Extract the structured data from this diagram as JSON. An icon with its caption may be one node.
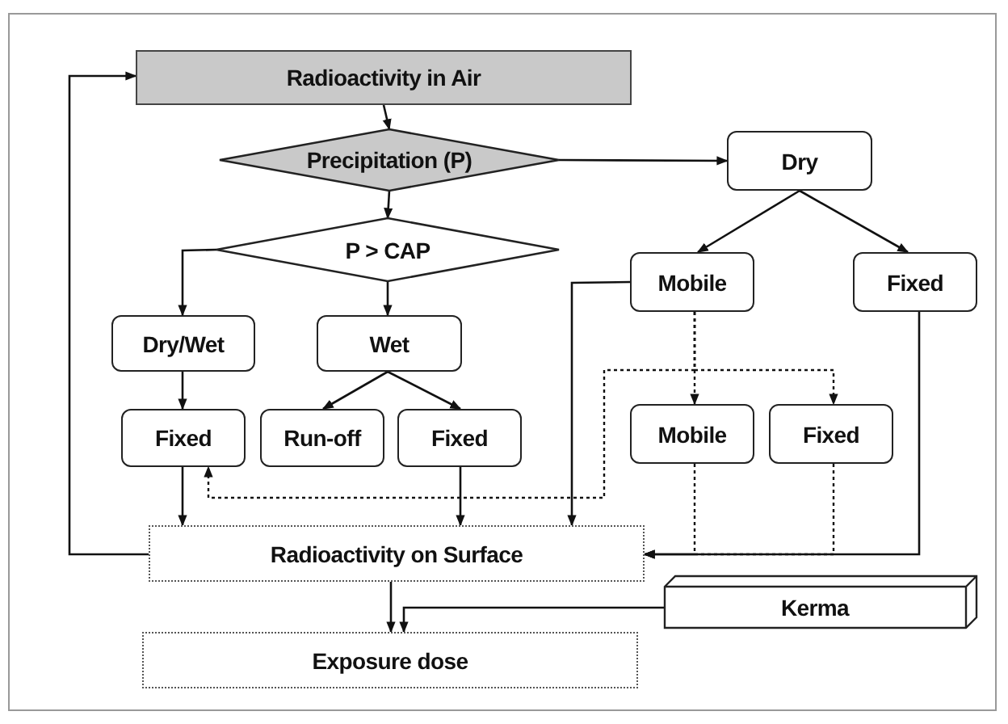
{
  "diagram": {
    "nodes": [
      {
        "text": [
          "Radioactivity in Air"
        ]
      },
      {
        "text": [
          "Precipitation (P)"
        ]
      },
      {
        "text": [
          "Dry"
        ]
      },
      {
        "text": [
          "P > CAP"
        ]
      },
      {
        "text": [
          "Mobile"
        ]
      },
      {
        "text": [
          "Fixed"
        ]
      },
      {
        "text": [
          "Dry/Wet"
        ]
      },
      {
        "text": [
          "Wet"
        ]
      },
      {
        "text": [
          "Fixed"
        ]
      },
      {
        "text": [
          "Run-off"
        ]
      },
      {
        "text": [
          "Fixed"
        ]
      },
      {
        "text": [
          "Mobile"
        ]
      },
      {
        "text": [
          "Fixed"
        ]
      },
      {
        "text": [
          "Radioactivity on Surface"
        ]
      },
      {
        "text": [
          "Kerma"
        ]
      },
      {
        "text": [
          "Exposure dose"
        ]
      }
    ],
    "edges": [
      {
        "from": 0,
        "to": 1,
        "arrow": "to"
      },
      {
        "from": 1,
        "to": 2,
        "arrow": "to"
      },
      {
        "from": 1,
        "to": 3,
        "arrow": "to"
      },
      {
        "from": 2,
        "to": 4,
        "arrow": "to"
      },
      {
        "from": 2,
        "to": 5,
        "arrow": "to"
      },
      {
        "from": 3,
        "to": 6,
        "arrow": "to"
      },
      {
        "from": 3,
        "to": 7,
        "arrow": "to"
      },
      {
        "from": 6,
        "to": 8,
        "arrow": "to"
      },
      {
        "from": 7,
        "to": 9,
        "arrow": "to"
      },
      {
        "from": 7,
        "to": 10,
        "arrow": "to"
      },
      {
        "from": 8,
        "to": 13,
        "arrow": "to"
      },
      {
        "from": 10,
        "to": 13,
        "arrow": "to"
      },
      {
        "from": 4,
        "to": 13,
        "arrow": "to"
      },
      {
        "from": 4,
        "to": 11,
        "arrow": "to",
        "style": "dashed"
      },
      {
        "from": 4,
        "to": 12,
        "arrow": "to",
        "style": "dashed"
      },
      {
        "from": 4,
        "to": 8,
        "arrow": "to",
        "style": "dashed"
      },
      {
        "from": 11,
        "to": 13,
        "arrow": "to",
        "style": "dashed"
      },
      {
        "from": 12,
        "to": 13,
        "arrow": "to",
        "style": "dashed"
      },
      {
        "from": 5,
        "to": 13,
        "arrow": "to"
      },
      {
        "from": 13,
        "to": 0,
        "arrow": "to"
      },
      {
        "from": 13,
        "to": 15,
        "arrow": "to"
      },
      {
        "from": 14,
        "to": 15,
        "arrow": "to"
      }
    ]
  }
}
